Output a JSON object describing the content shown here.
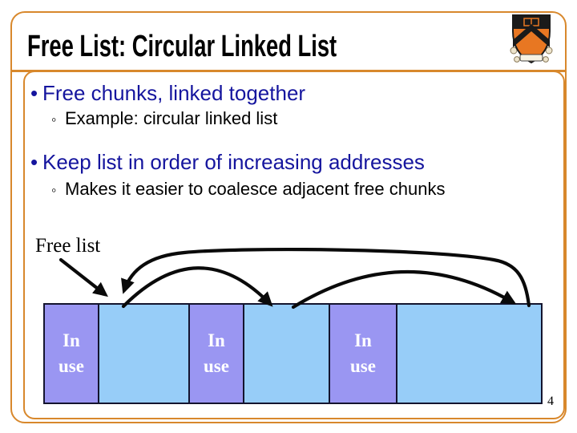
{
  "slide": {
    "title": "Free List: Circular Linked List",
    "page_number": "4",
    "bullets": [
      {
        "level": 1,
        "marker": "•",
        "text": "Free chunks, linked together"
      },
      {
        "level": 2,
        "marker": "◦",
        "text": "Example: circular linked list"
      },
      {
        "level": 1,
        "marker": "•",
        "text": "Keep list in order of increasing addresses"
      },
      {
        "level": 2,
        "marker": "◦",
        "text": "Makes it easier to coalesce adjacent free chunks"
      }
    ],
    "diagram": {
      "free_list_label": "Free list",
      "segments": [
        {
          "type": "in-use",
          "label": "In\nuse"
        },
        {
          "type": "free",
          "label": ""
        },
        {
          "type": "in-use",
          "label": "In\nuse"
        },
        {
          "type": "free",
          "label": ""
        },
        {
          "type": "in-use",
          "label": "In\nuse"
        },
        {
          "type": "free",
          "label": ""
        }
      ]
    },
    "logo_name": "princeton-shield",
    "colors": {
      "frame_orange": "#D8882C",
      "bullet_navy": "#15159E",
      "in_use_purple": "#9A96F2",
      "free_blue": "#97CDF8",
      "princeton_orange": "#E87722",
      "arrow_black": "#0a0a0a"
    }
  }
}
